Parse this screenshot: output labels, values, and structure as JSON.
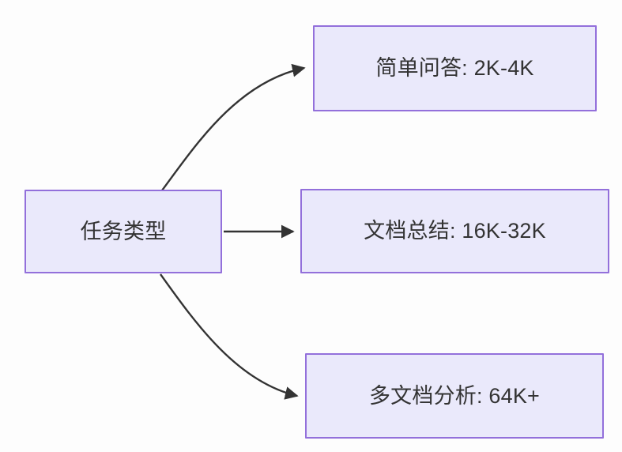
{
  "diagram": {
    "title": "任务类型",
    "type": "flowchart",
    "direction": "left-to-right",
    "background_color": "#fdfdfd",
    "node_fill_color": "#eae9fb",
    "node_border_color": "#9370db",
    "node_text_color": "#333333",
    "edge_color": "#333333",
    "nodes": [
      {
        "id": "root",
        "label": "任务类型",
        "role": "source"
      },
      {
        "id": "simple-qa",
        "label": "简单问答: 2K-4K",
        "role": "target"
      },
      {
        "id": "doc-summary",
        "label": "文档总结: 16K-32K",
        "role": "target"
      },
      {
        "id": "multi-doc",
        "label": "多文档分析: 64K+",
        "role": "target"
      }
    ],
    "edges": [
      {
        "id": "edge-root-to-simple-qa",
        "from": "root",
        "to": "simple-qa",
        "style": "curved",
        "arrowhead": "filled-triangle"
      },
      {
        "id": "edge-root-to-doc-summary",
        "from": "root",
        "to": "doc-summary",
        "style": "straight",
        "arrowhead": "filled-triangle"
      },
      {
        "id": "edge-root-to-multi-doc",
        "from": "root",
        "to": "multi-doc",
        "style": "curved",
        "arrowhead": "filled-triangle"
      }
    ]
  }
}
